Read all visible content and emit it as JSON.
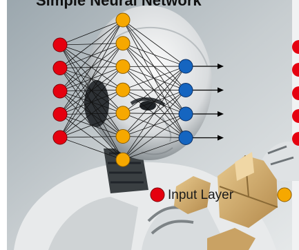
{
  "diagram": {
    "title": "Simple Neural Network",
    "legend": {
      "input_label": "Input Layer"
    },
    "colors": {
      "input": "#e5000f",
      "hidden": "#f6a800",
      "output": "#1565c0",
      "edge": "#111111"
    },
    "layers": {
      "input_count": 5,
      "hidden_count": 7,
      "output_count": 4
    }
  }
}
